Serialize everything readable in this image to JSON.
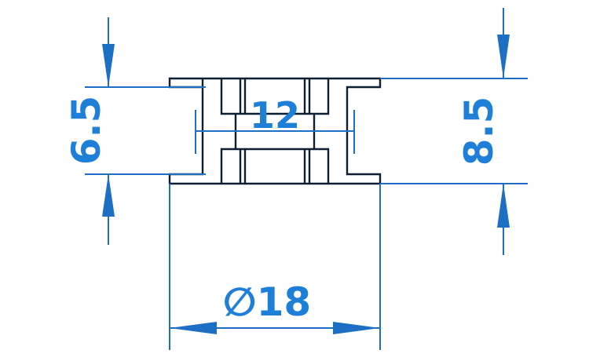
{
  "drawing": {
    "colors": {
      "part_outline": "#0d1f33",
      "dimension_line": "#1d6fc4",
      "dimension_text": "#1e7fd8",
      "background": "#ffffff"
    },
    "dimensions": {
      "left_height": "6.5",
      "right_height": "8.5",
      "bore_width": "12",
      "outer_diameter": "∅18"
    }
  }
}
